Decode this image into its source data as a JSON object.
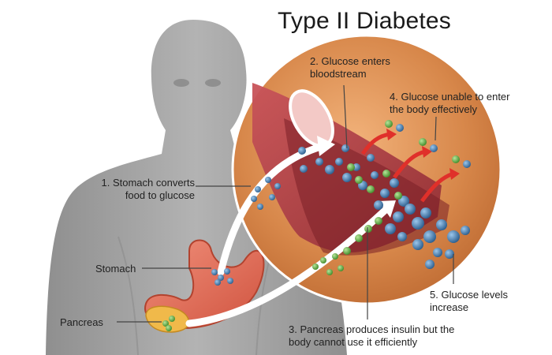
{
  "title": "Type II Diabetes",
  "labels": {
    "stomach_converts": "1. Stomach converts\nfood to glucose",
    "glucose_enters": "2. Glucose enters\nbloodstream",
    "pancreas_produces": "3. Pancreas produces insulin but the\nbody cannot use it efficiently",
    "glucose_unable": "4. Glucose unable to enter\nthe body effectively",
    "glucose_levels": "5. Glucose levels\nincrease",
    "stomach": "Stomach",
    "pancreas": "Pancreas"
  },
  "colors": {
    "glucose": "#3b6fa0",
    "insulin": "#5aa83a",
    "vessel": "#b8434a",
    "background_circle": "#cf7a3a",
    "silhouette": "#9a9a9a",
    "arrow_red": "#e0302a"
  }
}
